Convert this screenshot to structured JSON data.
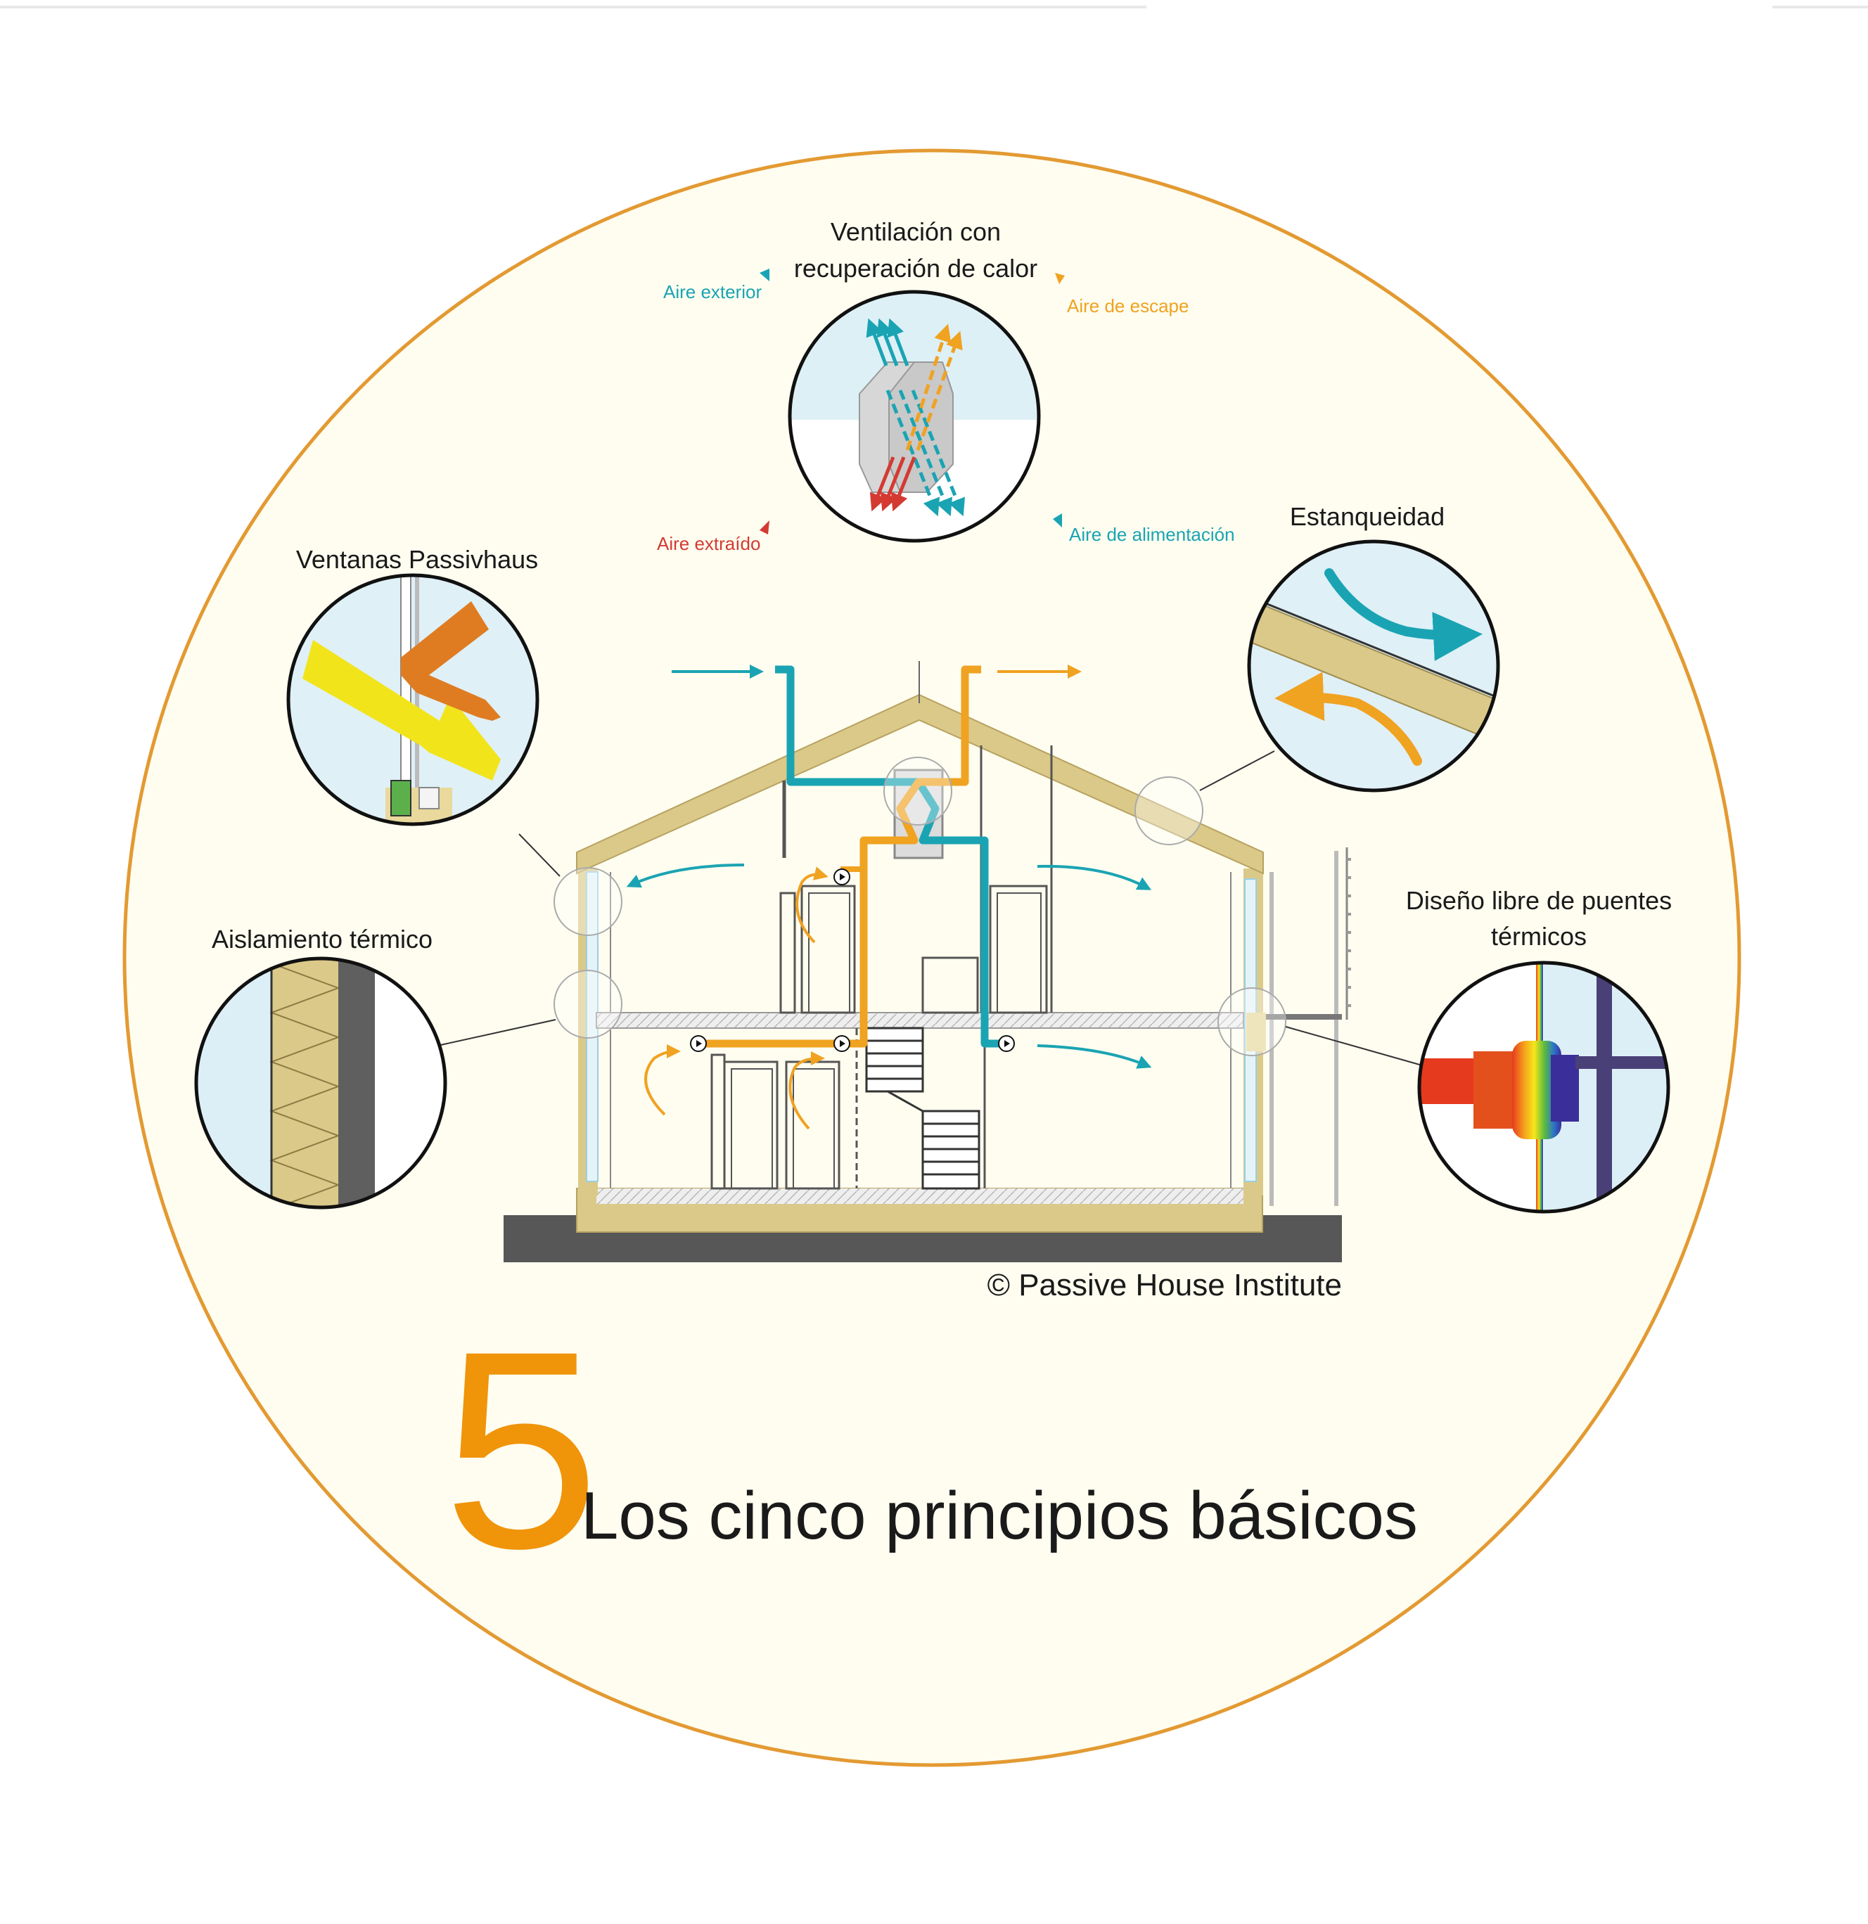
{
  "labels": {
    "ventilation_line1": "Ventilación con",
    "ventilation_line2": "recuperación de calor",
    "outdoor_air": "Aire exterior",
    "exhaust_air": "Aire de escape",
    "extract_air": "Aire extraído",
    "supply_air": "Aire de alimentación",
    "airtightness": "Estanqueidad",
    "windows": "Ventanas Passivhaus",
    "insulation": "Aislamiento térmico",
    "thermal_bridge_line1": "Diseño libre de puentes",
    "thermal_bridge_line2": "térmicos"
  },
  "copyright": "© Passive House Institute",
  "title_number": "5",
  "title_text": "Los cinco principios básicos",
  "colors": {
    "circle_fill": "#fefdf0",
    "circle_stroke": "#e39a32",
    "insulation": "#dbc989",
    "supply": "#1aa4b3",
    "exhaust": "#f0a221",
    "extract": "#d43a32",
    "ground": "#575757",
    "title_number": "#f0940a"
  }
}
